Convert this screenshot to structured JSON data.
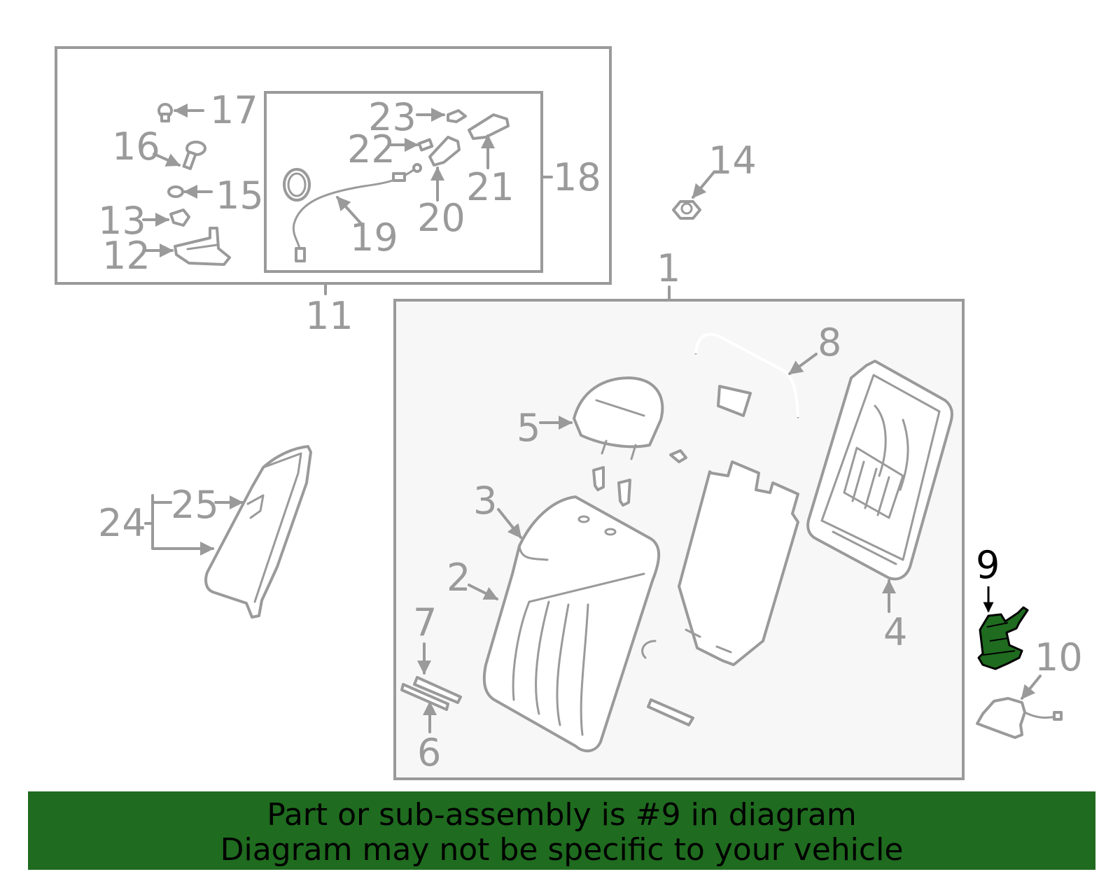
{
  "diagram": {
    "callouts": [
      "17",
      "16",
      "15",
      "13",
      "12",
      "23",
      "22",
      "21",
      "20",
      "19",
      "18",
      "11",
      "14",
      "1",
      "8",
      "5",
      "3",
      "2",
      "7",
      "6",
      "4",
      "9",
      "10",
      "24",
      "25"
    ],
    "highlighted_part": "9",
    "highlight_color": "#1f6b1f",
    "line_color": "#9a9a9a"
  },
  "banner": {
    "line1": "Part or sub-assembly is #9 in diagram",
    "line2": "Diagram may not be specific to your vehicle",
    "background": "#1f6b1f"
  }
}
